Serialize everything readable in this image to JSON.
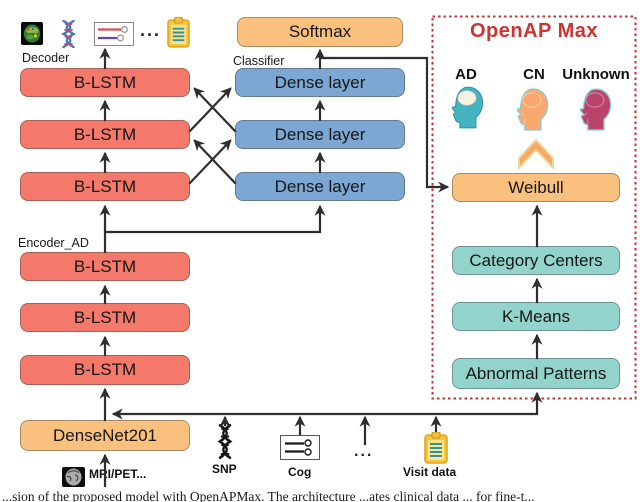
{
  "decoder": {
    "label": "Decoder",
    "blocks": [
      "B-LSTM",
      "B-LSTM",
      "B-LSTM"
    ]
  },
  "encoder": {
    "label": "Encoder_AD",
    "blocks": [
      "B-LSTM",
      "B-LSTM",
      "B-LSTM"
    ]
  },
  "classifier": {
    "label": "Classifier",
    "softmax": "Softmax",
    "blocks": [
      "Dense layer",
      "Dense layer",
      "Dense layer"
    ]
  },
  "backbone": {
    "label": "DenseNet201"
  },
  "openap": {
    "title": "OpenAP Max",
    "categories": [
      {
        "label": "AD"
      },
      {
        "label": "CN"
      },
      {
        "label": "Unknown"
      }
    ],
    "blocks": [
      {
        "label": "Weibull"
      },
      {
        "label": "Category Centers"
      },
      {
        "label": "K-Means"
      },
      {
        "label": "Abnormal Patterns"
      }
    ]
  },
  "top_outputs": {
    "ellipsis": "...",
    "icons": [
      "brain-mri",
      "dna",
      "sliders",
      "ellipsis",
      "clipboard"
    ]
  },
  "bottom_inputs": {
    "mri": {
      "label": "MRI/PET..."
    },
    "snp": {
      "label": "SNP"
    },
    "cog": {
      "label": "Cog"
    },
    "ellipsis": "...",
    "visit": {
      "label": "Visit data"
    }
  },
  "figure": {
    "caption": "...sion of the proposed model with OpenAPMax. The architecture ...ates clinical data ... for fine-t..."
  },
  "colors": {
    "lstm": "#f5796a",
    "dense": "#7ca7d3",
    "orange": "#f9c17d",
    "teal": "#92d4cb",
    "dashed_border": "#c63231",
    "title_red": "#cf3232",
    "arrow": "#2e2e2e",
    "head_ad": "#45b2c0",
    "head_cn": "#f9a870",
    "head_unknown": "#b8436b"
  }
}
